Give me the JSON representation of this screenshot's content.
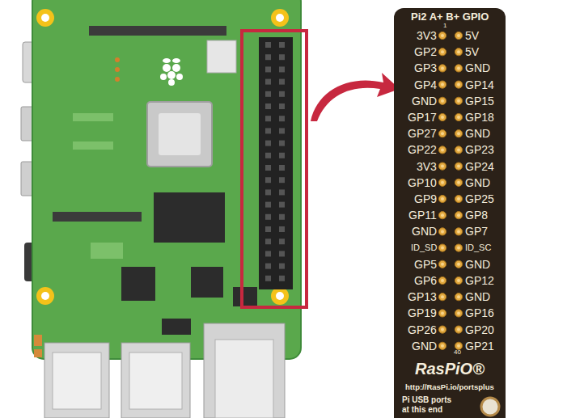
{
  "diagram": {
    "nodes": [
      {
        "text": [
          "Pi2 A+ B+ GPIO",
          "RasPiO®",
          "http://RasPi.io/portsplus",
          "Pi USB ports at this end"
        ]
      }
    ],
    "labels": [
      "1",
      "3V3",
      "5V",
      "GP2",
      "5V",
      "GP3",
      "GND",
      "GP4",
      "GP14",
      "GND",
      "GP15",
      "GP17",
      "GP18",
      "GP27",
      "GND",
      "GP22",
      "GP23",
      "3V3",
      "GP24",
      "GP10",
      "GND",
      "GP9",
      "GP25",
      "GP11",
      "GP8",
      "GND",
      "GP7",
      "ID_SD",
      "ID_SC",
      "GP5",
      "GND",
      "GP6",
      "GP12",
      "GP13",
      "GND",
      "GP19",
      "GP16",
      "GP26",
      "GP20",
      "GND",
      "GP21",
      "40"
    ]
  }
}
